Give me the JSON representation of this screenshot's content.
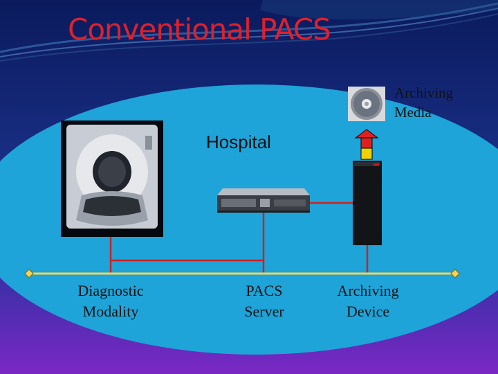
{
  "title": "Conventional PACS",
  "region_label": "Hospital",
  "nodes": {
    "modality": {
      "line1": "Diagnostic",
      "line2": "Modality"
    },
    "server": {
      "line1": "PACS",
      "line2": "Server"
    },
    "archive": {
      "line1": "Archiving",
      "line2": "Device"
    },
    "media": {
      "line1": "Archiving",
      "line2": "Media"
    }
  },
  "colors": {
    "title": "#e0202a",
    "region": "#1ea4d8",
    "connector": "#cc2222",
    "network": "#f2d45a",
    "arrow_top": "#e02020",
    "arrow_bottom": "#f2d000"
  }
}
